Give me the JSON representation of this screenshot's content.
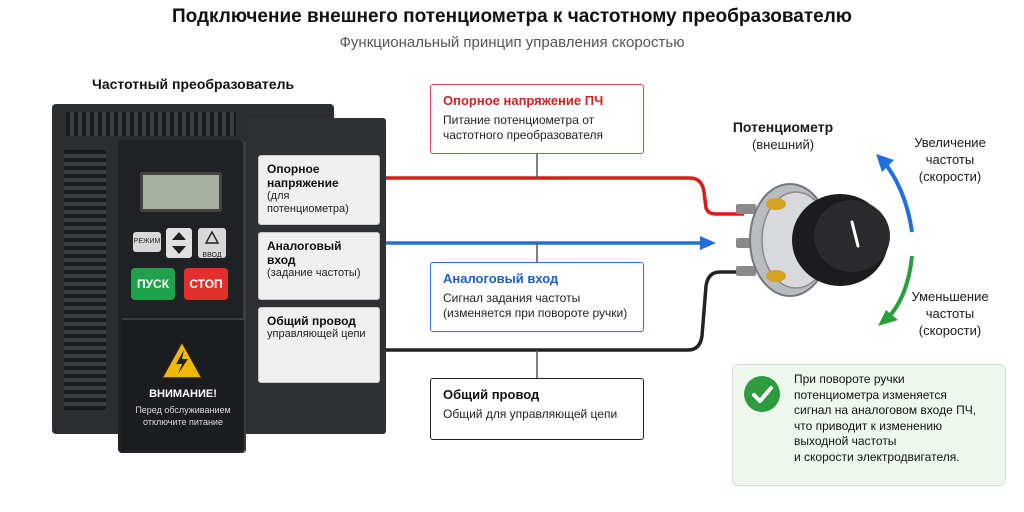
{
  "title": "Подключение внешнего потенциометра к частотному преобразователю",
  "subtitle": "Функциональный принцип управления скоростью",
  "vfd": {
    "heading": "Частотный преобразователь",
    "buttons": {
      "mode": "РЕЖИМ",
      "enter": "ВВОД",
      "start": "ПУСК",
      "stop": "СТОП"
    },
    "warning": {
      "title": "ВНИМАНИЕ!",
      "text": "Перед обслуживанием отключите питание"
    },
    "terminals": {
      "ref": {
        "title": "Опорное напряжение",
        "sub": "(для потенциометра)"
      },
      "ain": {
        "title": "Аналоговый вход",
        "sub": "(задание частоты)"
      },
      "com": {
        "title": "Общий провод",
        "sub": "управляющей цепи"
      }
    }
  },
  "boxes": {
    "ref": {
      "title": "Опорное напряжение ПЧ",
      "text": "Питание потенциометра от частотного преобразователя"
    },
    "ain": {
      "title": "Аналоговый вход",
      "text": "Сигнал задания частоты (изменяется при повороте ручки)"
    },
    "com": {
      "title": "Общий провод",
      "text": "Общий для управляющей цепи"
    }
  },
  "potentiometer": {
    "heading": "Потенциометр",
    "sub": "(внешний)"
  },
  "rotation": {
    "increase": "Увеличение\nчастоты\n(скорости)",
    "decrease": "Уменьшение\nчастоты\n(скорости)"
  },
  "note": "При повороте ручки\nпотенциометра изменяется\nсигнал на аналоговом входе ПЧ,\nчто приводит к изменению\nвыходной частоты\nи скорости электродвигателя.",
  "colors": {
    "ref_wire": "#e01818",
    "ain_wire": "#1f6fe0",
    "com_wire": "#222222",
    "note_check": "#2e9b3e"
  },
  "icons": [
    "warning-icon",
    "check-icon",
    "arrow-up-icon",
    "arrow-down-icon",
    "arrow-right-icon"
  ]
}
